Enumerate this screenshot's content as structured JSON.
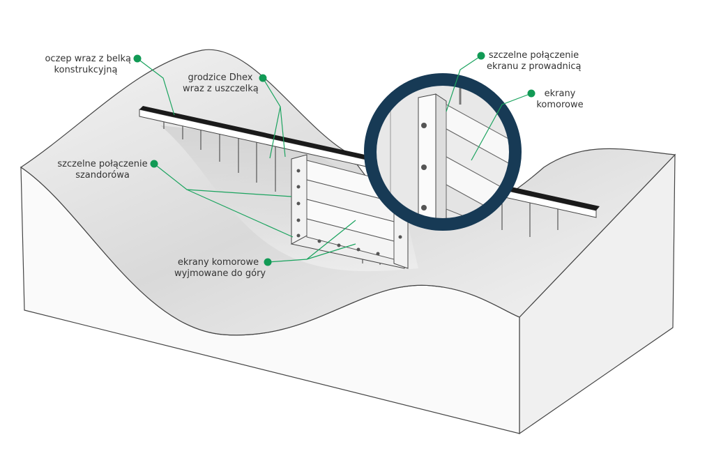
{
  "colors": {
    "accent": "#119a55",
    "ring": "#173a55",
    "beam": "#1a1a1a"
  },
  "labels": {
    "capping_beam": {
      "line1": "oczep wraz z belką",
      "line2": "konstrukcyjną"
    },
    "sheet_piles": {
      "line1": "grodzice Dhex",
      "line2": "wraz z uszczelką"
    },
    "stoplog_seal": {
      "line1": "szczelne połączenie",
      "line2": "szandorówa"
    },
    "removable_screens": {
      "line1": "ekrany komorowe",
      "line2": "wyjmowane do góry"
    },
    "screen_guide_seal": {
      "line1": "szczelne połączenie",
      "line2": "ekranu z prowadnicą"
    },
    "chamber_screens": {
      "line1": "ekrany",
      "line2": "komorowe"
    }
  }
}
